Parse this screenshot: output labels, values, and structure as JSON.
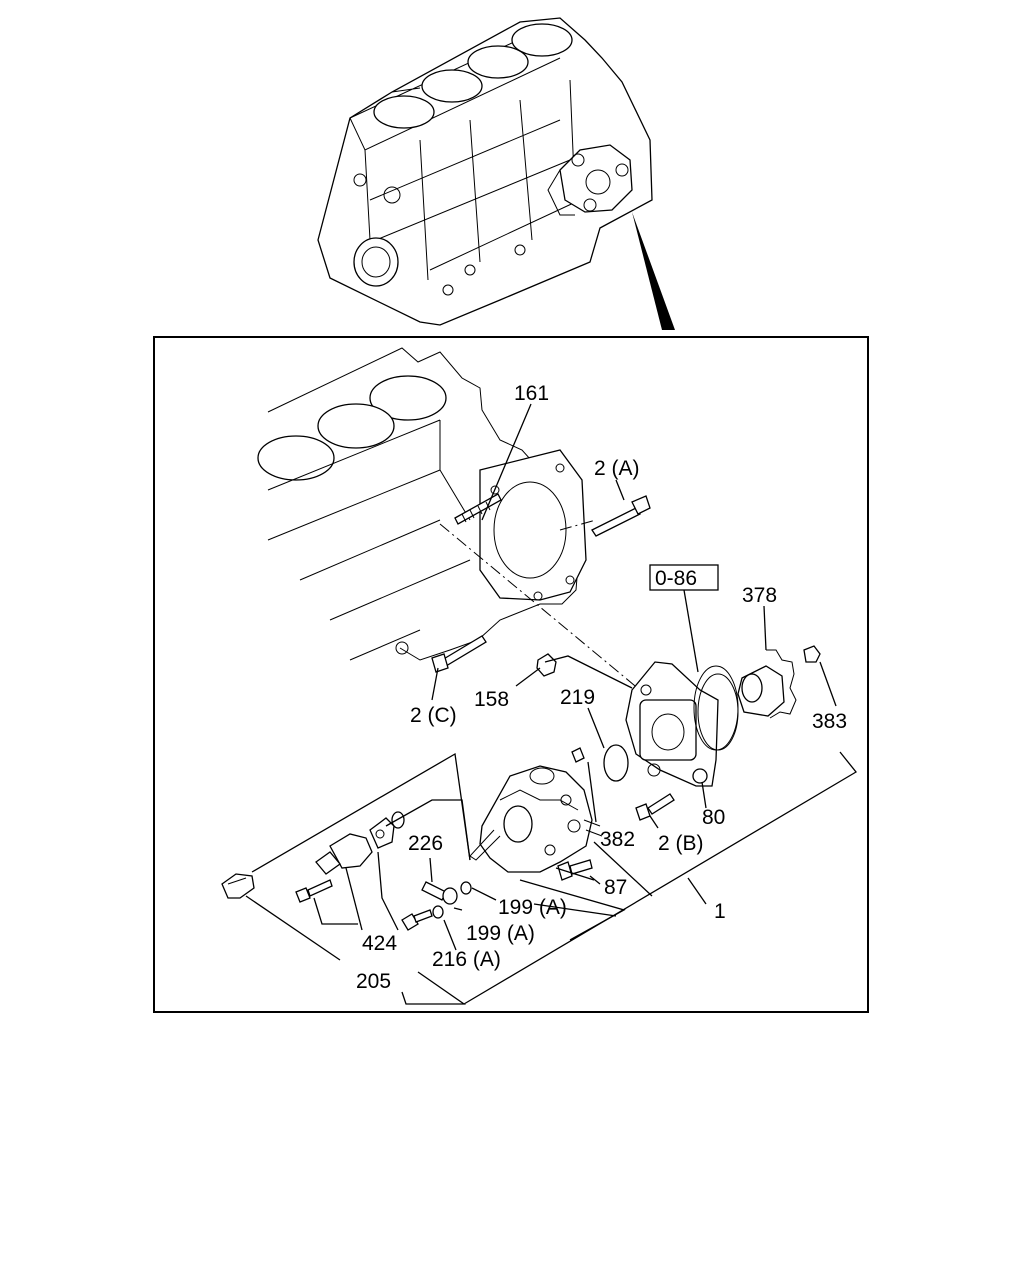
{
  "callouts": {
    "c161": "161",
    "c2a": "2 (A)",
    "c086": "0-86",
    "c378": "378",
    "c383": "383",
    "c2c": "2 (C)",
    "c158": "158",
    "c219": "219",
    "c80": "80",
    "c226": "226",
    "c382": "382",
    "c2b": "2 (B)",
    "c87": "87",
    "c1": "1",
    "c199a1": "199 (A)",
    "c199a2": "199 (A)",
    "c424": "424",
    "c216a": "216 (A)",
    "c205": "205"
  }
}
